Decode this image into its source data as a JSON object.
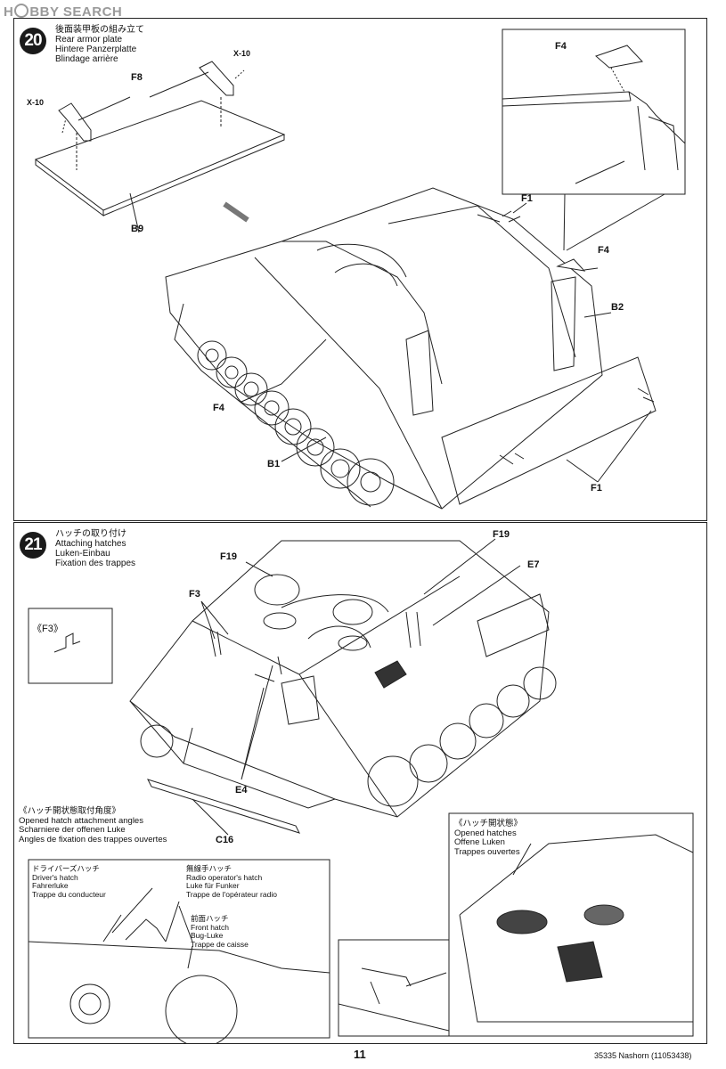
{
  "watermark": {
    "prefix": "H",
    "middle": "BBY SEARCH"
  },
  "step20": {
    "number": "20",
    "title_ja": "後面装甲板の組み立て",
    "title_en": "Rear armor plate",
    "title_de": "Hintere Panzerplatte",
    "title_fr": "Blindage arrière",
    "labels": {
      "x10_right": "X-10",
      "x10_left": "X-10",
      "f8": "F8",
      "b9": "B9",
      "f4_inset": "F4",
      "f1_top": "F1",
      "f4_right": "F4",
      "b2": "B2",
      "f4_left": "F4",
      "b1": "B1",
      "f1_bottom": "F1"
    }
  },
  "step21": {
    "number": "21",
    "title_ja": "ハッチの取り付け",
    "title_en": "Attaching hatches",
    "title_de": "Luken-Einbau",
    "title_fr": "Fixation des trappes",
    "labels": {
      "f19_left": "F19",
      "f19_right": "F19",
      "e7": "E7",
      "f3": "F3",
      "f3_detail": "《F3》",
      "e4": "E4",
      "c16": "C16"
    },
    "angles_caption": {
      "ja": "《ハッチ開状態取付角度》",
      "en": "Opened hatch attachment angles",
      "de": "Scharniere der offenen Luke",
      "fr": "Angles de fixation des trappes ouvertes"
    },
    "driver_hatch": {
      "ja": "ドライバーズハッチ",
      "en": "Driver's hatch",
      "de": "Fahrerluke",
      "fr": "Trappe du conducteur"
    },
    "radio_hatch": {
      "ja": "無線手ハッチ",
      "en": "Radio operator's hatch",
      "de": "Luke für Funker",
      "fr": "Trappe de l'opérateur radio"
    },
    "front_hatch": {
      "ja": "前面ハッチ",
      "en": "Front hatch",
      "de": "Bug-Luke",
      "fr": "Trappe de caisse"
    },
    "opened_caption": {
      "ja": "《ハッチ開状態》",
      "en": "Opened hatches",
      "de": "Offene Luken",
      "fr": "Trappes ouvertes"
    }
  },
  "footer": {
    "page_number": "11",
    "product": "35335  Nashorn (11053438)"
  }
}
